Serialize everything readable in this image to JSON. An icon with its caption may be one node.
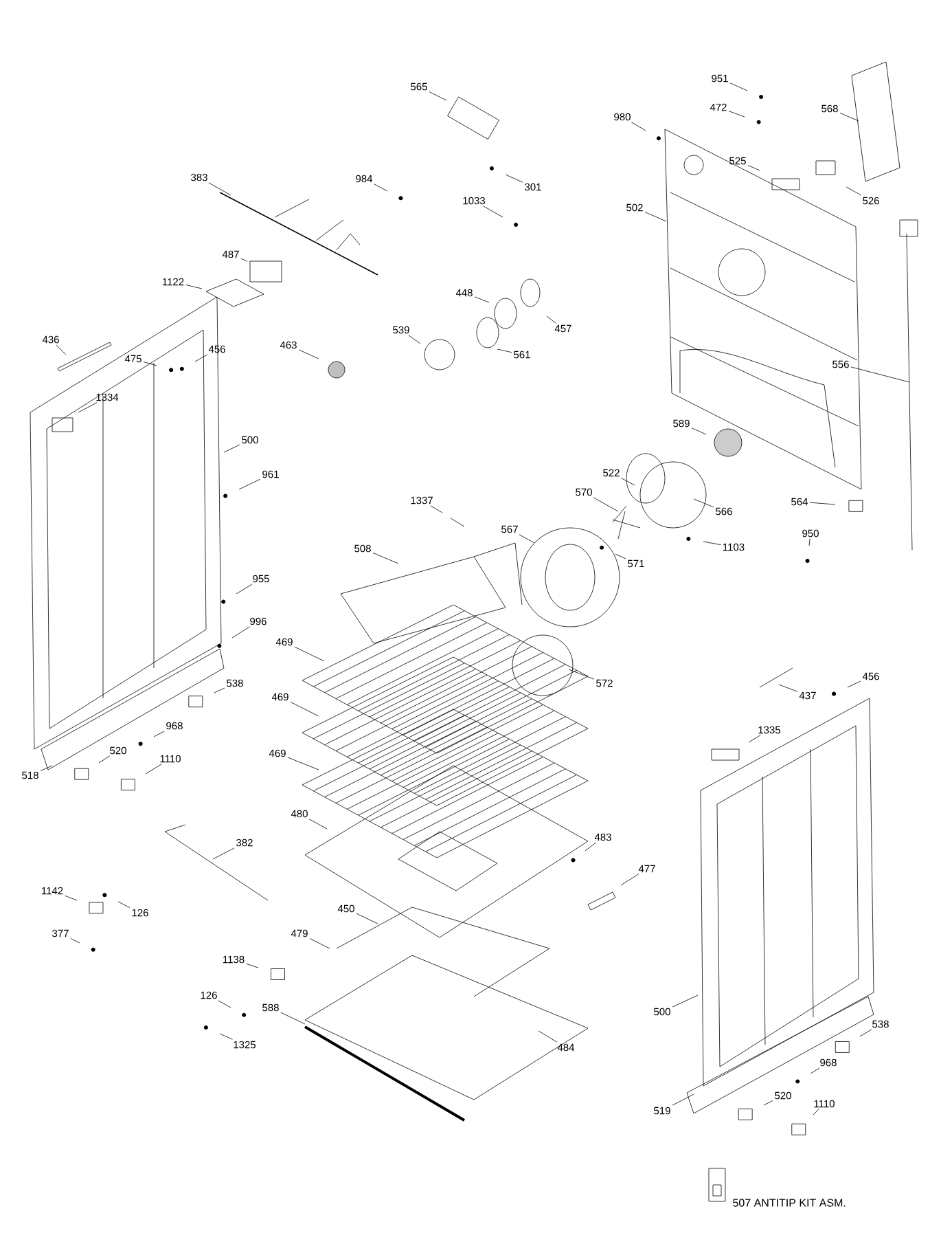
{
  "diagram": {
    "nodes": [
      {
        "text": [
          "565"
        ]
      },
      {
        "text": [
          "301"
        ]
      },
      {
        "text": [
          "383"
        ]
      },
      {
        "text": [
          "984"
        ]
      },
      {
        "text": [
          "1033"
        ]
      },
      {
        "text": [
          "487"
        ]
      },
      {
        "text": [
          "1122"
        ]
      },
      {
        "text": [
          "448"
        ]
      },
      {
        "text": [
          "457"
        ]
      },
      {
        "text": [
          "539"
        ]
      },
      {
        "text": [
          "561"
        ]
      },
      {
        "text": [
          "463"
        ]
      },
      {
        "text": [
          "436"
        ]
      },
      {
        "text": [
          "475"
        ]
      },
      {
        "text": [
          "456"
        ]
      },
      {
        "text": [
          "1334"
        ]
      },
      {
        "text": [
          "500"
        ]
      },
      {
        "text": [
          "961"
        ]
      },
      {
        "text": [
          "955"
        ]
      },
      {
        "text": [
          "996"
        ]
      },
      {
        "text": [
          "538"
        ]
      },
      {
        "text": [
          "968"
        ]
      },
      {
        "text": [
          "520"
        ]
      },
      {
        "text": [
          "1110"
        ]
      },
      {
        "text": [
          "518"
        ]
      },
      {
        "text": [
          "1337"
        ]
      },
      {
        "text": [
          "567"
        ]
      },
      {
        "text": [
          "508"
        ]
      },
      {
        "text": [
          "469"
        ]
      },
      {
        "text": [
          "469"
        ]
      },
      {
        "text": [
          "469"
        ]
      },
      {
        "text": [
          "572"
        ]
      },
      {
        "text": [
          "480"
        ]
      },
      {
        "text": [
          "382"
        ]
      },
      {
        "text": [
          "483"
        ]
      },
      {
        "text": [
          "477"
        ]
      },
      {
        "text": [
          "1142"
        ]
      },
      {
        "text": [
          "126"
        ]
      },
      {
        "text": [
          "377"
        ]
      },
      {
        "text": [
          "450"
        ]
      },
      {
        "text": [
          "479"
        ]
      },
      {
        "text": [
          "1138"
        ]
      },
      {
        "text": [
          "126"
        ]
      },
      {
        "text": [
          "588"
        ]
      },
      {
        "text": [
          "1325"
        ]
      },
      {
        "text": [
          "484"
        ]
      },
      {
        "text": [
          "951"
        ]
      },
      {
        "text": [
          "472"
        ]
      },
      {
        "text": [
          "980"
        ]
      },
      {
        "text": [
          "568"
        ]
      },
      {
        "text": [
          "525"
        ]
      },
      {
        "text": [
          "526"
        ]
      },
      {
        "text": [
          "502"
        ]
      },
      {
        "text": [
          "556"
        ]
      },
      {
        "text": [
          "589"
        ]
      },
      {
        "text": [
          "522"
        ]
      },
      {
        "text": [
          "570"
        ]
      },
      {
        "text": [
          "566"
        ]
      },
      {
        "text": [
          "1103"
        ]
      },
      {
        "text": [
          "571"
        ]
      },
      {
        "text": [
          "564"
        ]
      },
      {
        "text": [
          "950"
        ]
      },
      {
        "text": [
          "437"
        ]
      },
      {
        "text": [
          "456"
        ]
      },
      {
        "text": [
          "1335"
        ]
      },
      {
        "text": [
          "500"
        ]
      },
      {
        "text": [
          "538"
        ]
      },
      {
        "text": [
          "968"
        ]
      },
      {
        "text": [
          "520"
        ]
      },
      {
        "text": [
          "1110"
        ]
      },
      {
        "text": [
          "519"
        ]
      }
    ],
    "edges": [
      {
        "from": 0,
        "to": null,
        "arrow": "none"
      },
      {
        "from": 1,
        "to": null,
        "arrow": "none"
      },
      {
        "from": 2,
        "to": null,
        "arrow": "none"
      },
      {
        "from": 3,
        "to": null,
        "arrow": "none"
      },
      {
        "from": 4,
        "to": null,
        "arrow": "none"
      },
      {
        "from": 5,
        "to": null,
        "arrow": "none"
      },
      {
        "from": 6,
        "to": null,
        "arrow": "none"
      },
      {
        "from": 7,
        "to": null,
        "arrow": "none"
      },
      {
        "from": 8,
        "to": null,
        "arrow": "none"
      },
      {
        "from": 9,
        "to": null,
        "arrow": "none"
      },
      {
        "from": 10,
        "to": null,
        "arrow": "none"
      },
      {
        "from": 11,
        "to": null,
        "arrow": "none"
      },
      {
        "from": 12,
        "to": null,
        "arrow": "none"
      },
      {
        "from": 13,
        "to": null,
        "arrow": "none"
      },
      {
        "from": 14,
        "to": null,
        "arrow": "none"
      },
      {
        "from": 15,
        "to": null,
        "arrow": "none"
      },
      {
        "from": 16,
        "to": null,
        "arrow": "none"
      },
      {
        "from": 17,
        "to": null,
        "arrow": "none"
      },
      {
        "from": 18,
        "to": null,
        "arrow": "none"
      },
      {
        "from": 19,
        "to": null,
        "arrow": "none"
      },
      {
        "from": 20,
        "to": null,
        "arrow": "none"
      },
      {
        "from": 21,
        "to": null,
        "arrow": "none"
      },
      {
        "from": 22,
        "to": null,
        "arrow": "none"
      },
      {
        "from": 23,
        "to": null,
        "arrow": "none"
      },
      {
        "from": 24,
        "to": null,
        "arrow": "none"
      },
      {
        "from": 25,
        "to": null,
        "arrow": "none"
      },
      {
        "from": 26,
        "to": null,
        "arrow": "none"
      },
      {
        "from": 27,
        "to": null,
        "arrow": "none"
      },
      {
        "from": 28,
        "to": null,
        "arrow": "none"
      },
      {
        "from": 29,
        "to": null,
        "arrow": "none"
      },
      {
        "from": 30,
        "to": null,
        "arrow": "none"
      },
      {
        "from": 31,
        "to": null,
        "arrow": "none"
      },
      {
        "from": 32,
        "to": null,
        "arrow": "none"
      },
      {
        "from": 33,
        "to": null,
        "arrow": "none"
      },
      {
        "from": 34,
        "to": null,
        "arrow": "none"
      },
      {
        "from": 35,
        "to": null,
        "arrow": "none"
      },
      {
        "from": 36,
        "to": null,
        "arrow": "none"
      },
      {
        "from": 37,
        "to": null,
        "arrow": "none"
      },
      {
        "from": 38,
        "to": null,
        "arrow": "none"
      },
      {
        "from": 39,
        "to": null,
        "arrow": "none"
      },
      {
        "from": 40,
        "to": null,
        "arrow": "none"
      },
      {
        "from": 41,
        "to": null,
        "arrow": "none"
      },
      {
        "from": 42,
        "to": null,
        "arrow": "none"
      },
      {
        "from": 43,
        "to": null,
        "arrow": "none"
      },
      {
        "from": 44,
        "to": null,
        "arrow": "none"
      },
      {
        "from": 45,
        "to": null,
        "arrow": "none"
      },
      {
        "from": 46,
        "to": null,
        "arrow": "none"
      },
      {
        "from": 47,
        "to": null,
        "arrow": "none"
      },
      {
        "from": 48,
        "to": null,
        "arrow": "none"
      },
      {
        "from": 49,
        "to": null,
        "arrow": "none"
      },
      {
        "from": 50,
        "to": null,
        "arrow": "none"
      },
      {
        "from": 51,
        "to": null,
        "arrow": "none"
      },
      {
        "from": 52,
        "to": null,
        "arrow": "none"
      },
      {
        "from": 53,
        "to": null,
        "arrow": "none"
      },
      {
        "from": 54,
        "to": null,
        "arrow": "none"
      },
      {
        "from": 55,
        "to": null,
        "arrow": "none"
      },
      {
        "from": 56,
        "to": null,
        "arrow": "none"
      },
      {
        "from": 57,
        "to": null,
        "arrow": "none"
      },
      {
        "from": 58,
        "to": null,
        "arrow": "none"
      },
      {
        "from": 59,
        "to": null,
        "arrow": "none"
      },
      {
        "from": 60,
        "to": null,
        "arrow": "none"
      },
      {
        "from": 61,
        "to": null,
        "arrow": "none"
      },
      {
        "from": 62,
        "to": null,
        "arrow": "none"
      },
      {
        "from": 63,
        "to": null,
        "arrow": "none"
      },
      {
        "from": 64,
        "to": null,
        "arrow": "none"
      },
      {
        "from": 65,
        "to": null,
        "arrow": "none"
      },
      {
        "from": 66,
        "to": null,
        "arrow": "none"
      },
      {
        "from": 67,
        "to": null,
        "arrow": "none"
      },
      {
        "from": 68,
        "to": null,
        "arrow": "none"
      },
      {
        "from": 69,
        "to": null,
        "arrow": "none"
      },
      {
        "from": 70,
        "to": null,
        "arrow": "none"
      }
    ],
    "labels": [
      "507 ANTITIP KIT ASM."
    ]
  }
}
